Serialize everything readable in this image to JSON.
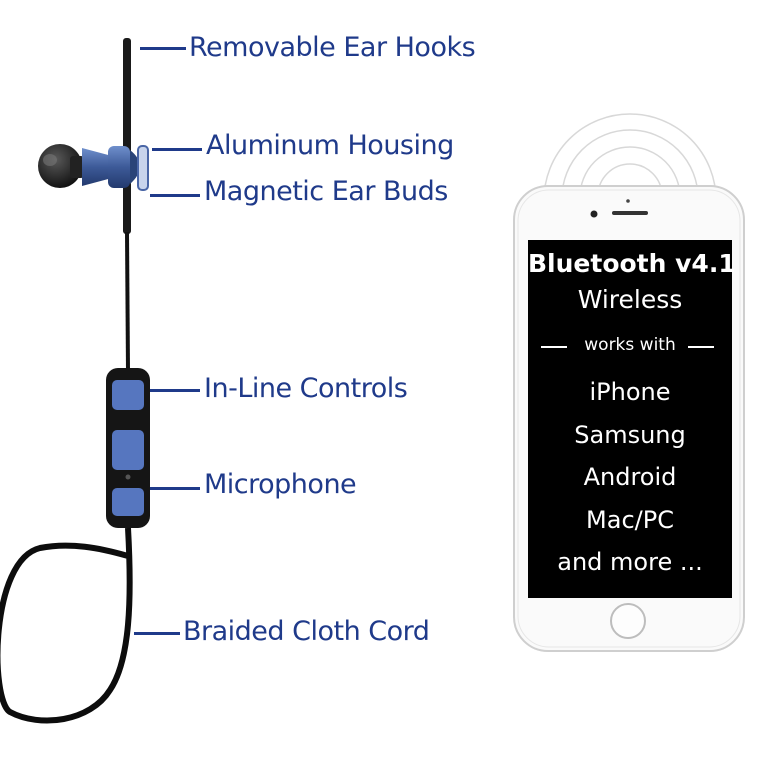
{
  "callouts": {
    "ear_hooks": "Removable Ear Hooks",
    "housing": "Aluminum Housing",
    "magnetic": "Magnetic Ear Buds",
    "controls": "In-Line Controls",
    "microphone": "Microphone",
    "cord": "Braided Cloth Cord"
  },
  "phone_screen": {
    "headline": "Bluetooth v4.1",
    "subhead": "Wireless",
    "works_with": "works with",
    "devices": [
      "iPhone",
      "Samsung",
      "Android",
      "Mac/PC"
    ],
    "more": "and more ..."
  },
  "colors": {
    "callout_text": "#1f3a8a",
    "earbud_blue": "#3f5e9c",
    "screen": "#000000"
  }
}
